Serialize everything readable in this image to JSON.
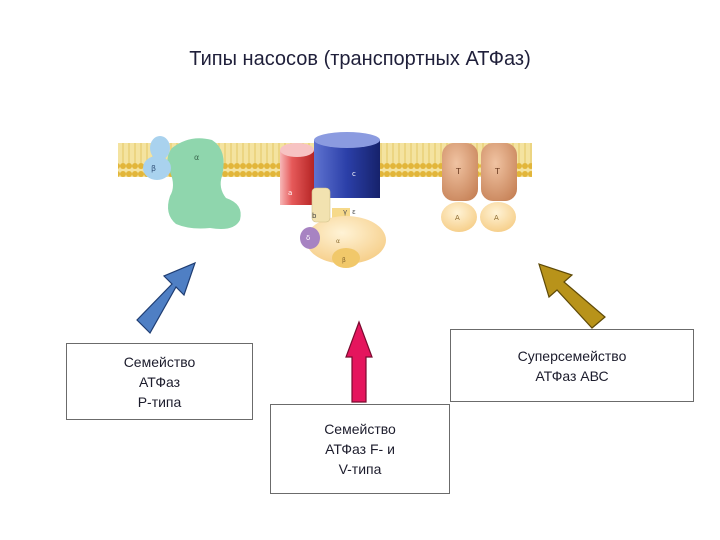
{
  "title": "Типы насосов (транспортных АТФаз)",
  "colors": {
    "membrane": "#efd56a",
    "p_type": "#8fd6ad",
    "p_type_small": "#a9d2ee",
    "fv_red": "#e65a5a",
    "fv_blue": "#2b3fa8",
    "fv_lower": "#f6d98a",
    "abc": "#d89c72",
    "abc_lower": "#f6cc95",
    "arrow_p": "#4f7fc4",
    "arrow_fv": "#e5155d",
    "arrow_abc": "#b8931a"
  },
  "protein_labels": {
    "alpha": "α",
    "beta": "β",
    "a": "a",
    "b": "b",
    "c": "c",
    "gamma": "γ",
    "epsilon": "ε",
    "delta": "δ",
    "alpha3": "α",
    "beta3": "β",
    "t1": "T",
    "t2": "T",
    "a1": "A",
    "a2": "A"
  },
  "boxes": {
    "p_type": [
      "Семейство",
      "АТФаз",
      "Р-типа"
    ],
    "fv_type": [
      "Семейство",
      "АТФаз F- и",
      "V-типа"
    ],
    "abc": [
      "Суперсемейство",
      "АТФаз АВС"
    ]
  }
}
